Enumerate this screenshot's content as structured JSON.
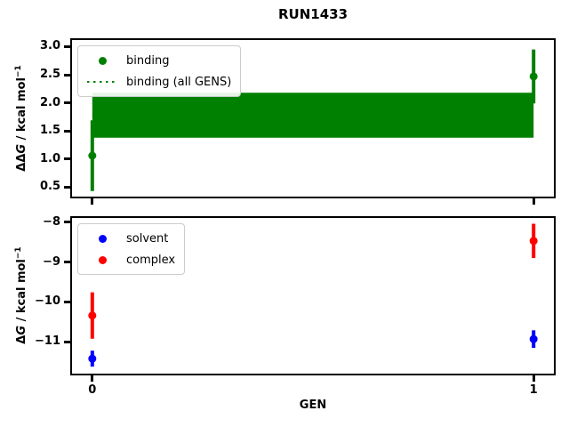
{
  "title": "RUN1433",
  "chart_data": [
    {
      "type": "scatter",
      "subplot": "binding free energy",
      "ylabel": {
        "prefix": "ΔΔ",
        "symbol": "G",
        "unit": " / kcal mol",
        "exponent": "−1"
      },
      "ylim": [
        0.3,
        3.15
      ],
      "xlim": [
        -0.05,
        1.05
      ],
      "yticks": [
        3.0,
        2.5,
        2.0,
        1.5,
        1.0,
        0.5
      ],
      "ytick_labels": [
        "3.0",
        "2.5",
        "2.0",
        "1.5",
        "1.0",
        "0.5"
      ],
      "xticks": [
        0,
        1
      ],
      "xtick_labels": [
        "",
        ""
      ],
      "grid": false,
      "series": [
        {
          "name": "binding",
          "color": "#008000",
          "marker": "circle",
          "x": [
            0,
            1
          ],
          "y": [
            1.06,
            2.47
          ],
          "yerr": [
            0.63,
            0.48
          ]
        }
      ],
      "band": {
        "name": "binding (all GENS)",
        "color": "#008000",
        "line_style": "dotted",
        "x": [
          0,
          1
        ],
        "y_low": 1.38,
        "y_high": 2.18,
        "center": 1.78
      },
      "legend": {
        "position": "upper left",
        "entries": [
          {
            "marker": "circle",
            "color": "#008000",
            "label": "binding"
          },
          {
            "marker": "dotted-line",
            "color": "#008000",
            "label": "binding (all GENS)"
          }
        ]
      }
    },
    {
      "type": "scatter",
      "subplot": "component free energies",
      "xlabel": "GEN",
      "ylabel": {
        "prefix": "Δ",
        "symbol": "G",
        "unit": " / kcal mol",
        "exponent": "−1"
      },
      "ylim": [
        -11.84,
        -7.85
      ],
      "xlim": [
        -0.05,
        1.05
      ],
      "yticks": [
        -8,
        -9,
        -10,
        -11
      ],
      "ytick_labels": [
        "−8",
        "−9",
        "−10",
        "−11"
      ],
      "xticks": [
        0,
        1
      ],
      "xtick_labels": [
        "0",
        "1"
      ],
      "grid": false,
      "series": [
        {
          "name": "solvent",
          "color": "#0000ff",
          "marker": "circle",
          "x": [
            0,
            1
          ],
          "y": [
            -11.42,
            -10.93
          ],
          "yerr": [
            0.2,
            0.22
          ]
        },
        {
          "name": "complex",
          "color": "#ff0000",
          "marker": "circle",
          "x": [
            0,
            1
          ],
          "y": [
            -10.34,
            -8.47
          ],
          "yerr": [
            0.58,
            0.43
          ]
        }
      ],
      "legend": {
        "position": "upper left",
        "entries": [
          {
            "marker": "circle",
            "color": "#0000ff",
            "label": "solvent"
          },
          {
            "marker": "circle",
            "color": "#ff0000",
            "label": "complex"
          }
        ]
      }
    }
  ]
}
